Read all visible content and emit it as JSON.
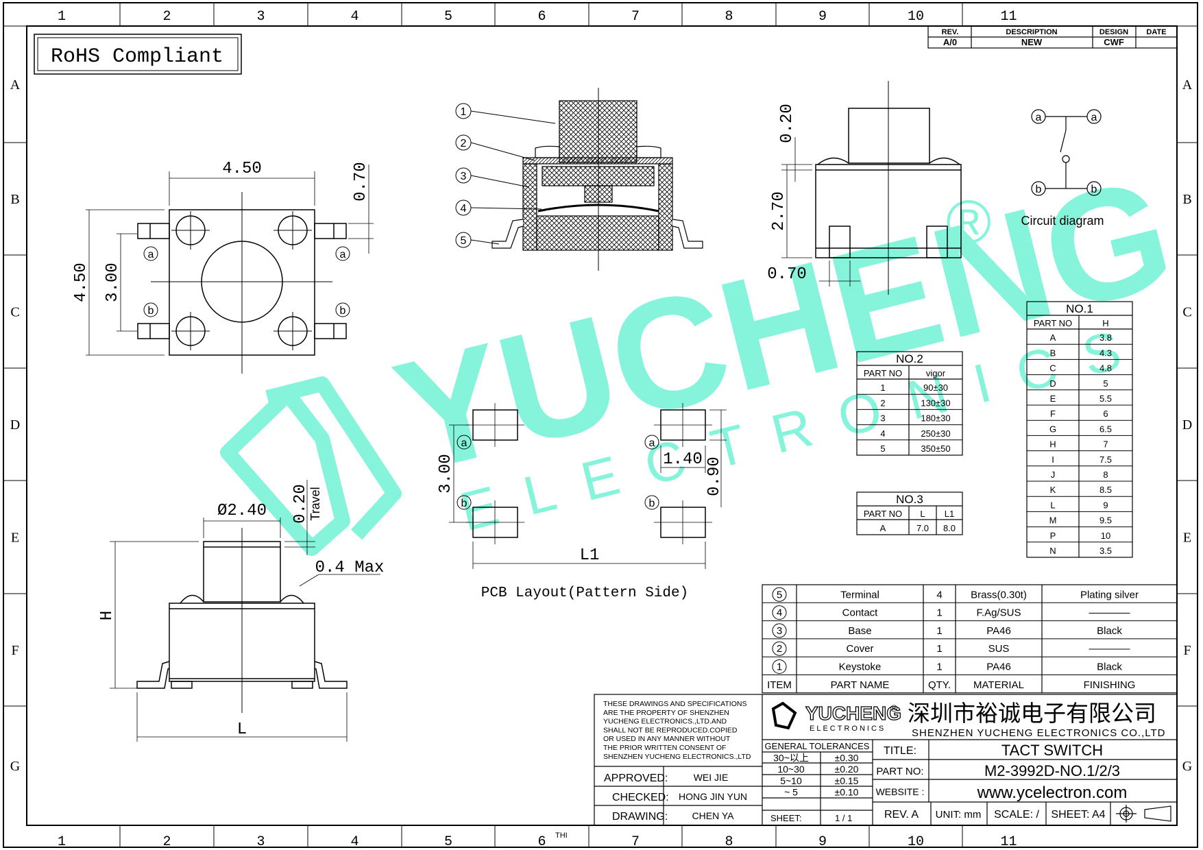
{
  "frame": {
    "columns": [
      "1",
      "2",
      "3",
      "4",
      "5",
      "6",
      "7",
      "8",
      "9",
      "10",
      "11"
    ],
    "rows": [
      "A",
      "B",
      "C",
      "D",
      "E",
      "F",
      "G"
    ]
  },
  "rohs": "RoHS Compliant",
  "revision": {
    "headers": [
      "REV.",
      "DESCRIPTION",
      "DESIGN",
      "DATE"
    ],
    "row": [
      "A/0",
      "NEW",
      "CWF",
      ""
    ]
  },
  "dims": {
    "top_width": "4.50",
    "top_lead": "0.70",
    "top_height": "4.50",
    "top_pitch": "3.00",
    "side_cover": "0.20",
    "side_height": "2.70",
    "side_lead": "0.70",
    "dia": "Ø2.40",
    "travel_val": "0.20",
    "travel_lbl": "Travel",
    "max": "0.4 Max",
    "h": "H",
    "l": "L",
    "pcb_pitch": "3.00",
    "pcb_w": "1.40",
    "pcb_h": "0.90",
    "pcb_l1": "L1"
  },
  "pin_labels": {
    "a": "a",
    "b": "b"
  },
  "callouts": [
    "1",
    "2",
    "3",
    "4",
    "5"
  ],
  "pcb_caption": "PCB Layout(Pattern Side)",
  "circuit_caption": "Circuit diagram",
  "watermark": {
    "main": "YUCHENG",
    "sub": "ELECTRONICS",
    "reg": "®"
  },
  "no1": {
    "title": "NO.1",
    "headers": [
      "PART NO",
      "H"
    ],
    "rows": [
      [
        "A",
        "3.8"
      ],
      [
        "B",
        "4.3"
      ],
      [
        "C",
        "4.8"
      ],
      [
        "D",
        "5"
      ],
      [
        "E",
        "5.5"
      ],
      [
        "F",
        "6"
      ],
      [
        "G",
        "6.5"
      ],
      [
        "H",
        "7"
      ],
      [
        "I",
        "7.5"
      ],
      [
        "J",
        "8"
      ],
      [
        "K",
        "8.5"
      ],
      [
        "L",
        "9"
      ],
      [
        "M",
        "9.5"
      ],
      [
        "P",
        "10"
      ],
      [
        "N",
        "3.5"
      ]
    ]
  },
  "no2": {
    "title": "NO.2",
    "headers": [
      "PART NO",
      "vigor"
    ],
    "rows": [
      [
        "1",
        "90±30"
      ],
      [
        "2",
        "130±30"
      ],
      [
        "3",
        "180±30"
      ],
      [
        "4",
        "250±30"
      ],
      [
        "5",
        "350±50"
      ]
    ]
  },
  "no3": {
    "title": "NO.3",
    "headers": [
      "PART NO",
      "L",
      "L1"
    ],
    "rows": [
      [
        "A",
        "7.0",
        "8.0"
      ]
    ]
  },
  "bom": {
    "rows": [
      [
        "5",
        "Terminal",
        "4",
        "Brass(0.30t)",
        "Plating silver"
      ],
      [
        "4",
        "Contact",
        "1",
        "F.Ag/SUS",
        "————"
      ],
      [
        "3",
        "Base",
        "1",
        "PA46",
        "Black"
      ],
      [
        "2",
        "Cover",
        "1",
        "SUS",
        "————"
      ],
      [
        "1",
        "Keystoke",
        "1",
        "PA46",
        "Black"
      ]
    ],
    "headers": [
      "ITEM",
      "PART NAME",
      "QTY.",
      "MATERIAL",
      "FINISHING"
    ]
  },
  "title_block": {
    "notice": [
      "THESE DRAWINGS AND SPECIFICATIONS",
      "ARE THE PROPERTY OF SHENZHEN",
      "YUCHENG ELECTRONICS.,LTD.AND",
      "SHALL NOT BE REPRODUCED.COPIED",
      "OR USED IN ANY MANNER WITHOUT",
      "THE PRIOR WRITTEN CONSENT OF",
      "SHENZHEN YUCHENG ELECTRONICS.,LTD"
    ],
    "logo_main": "YUCHENG",
    "logo_reg": "®",
    "logo_sub": "ELECTRONICS",
    "company_cn": "深圳市裕诚电子有限公司",
    "company_en": "SHENZHEN YUCHENG ELECTRONICS CO.,LTD",
    "tol_title": "GENERAL TOLERANCES",
    "tol_rows": [
      [
        "30~以上",
        "±0.30"
      ],
      [
        "10~30",
        "±0.20"
      ],
      [
        "5~10",
        "±0.15"
      ],
      [
        "~ 5",
        "±0.10"
      ]
    ],
    "sheet_lbl": "SHEET:",
    "sheet_val": "1 / 1",
    "approved_lbl": "APPROVED:",
    "approved_val": "WEI JIE",
    "checked_lbl": "CHECKED:",
    "checked_val": "HONG JIN YUN",
    "drawing_lbl": "DRAWING:",
    "drawing_val": "CHEN YA",
    "title_lbl": "TITLE:",
    "title_val": "TACT SWITCH",
    "part_lbl": "PART NO:",
    "part_val": "M2-3992D-NO.1/2/3",
    "web_lbl": "WEBSITE :",
    "web_val": "www.ycelectron.com",
    "rev": "REV. A",
    "unit": "UNIT: mm",
    "scale": "SCALE: /",
    "sheet_size": "SHEET: A4",
    "thi": "THI"
  }
}
